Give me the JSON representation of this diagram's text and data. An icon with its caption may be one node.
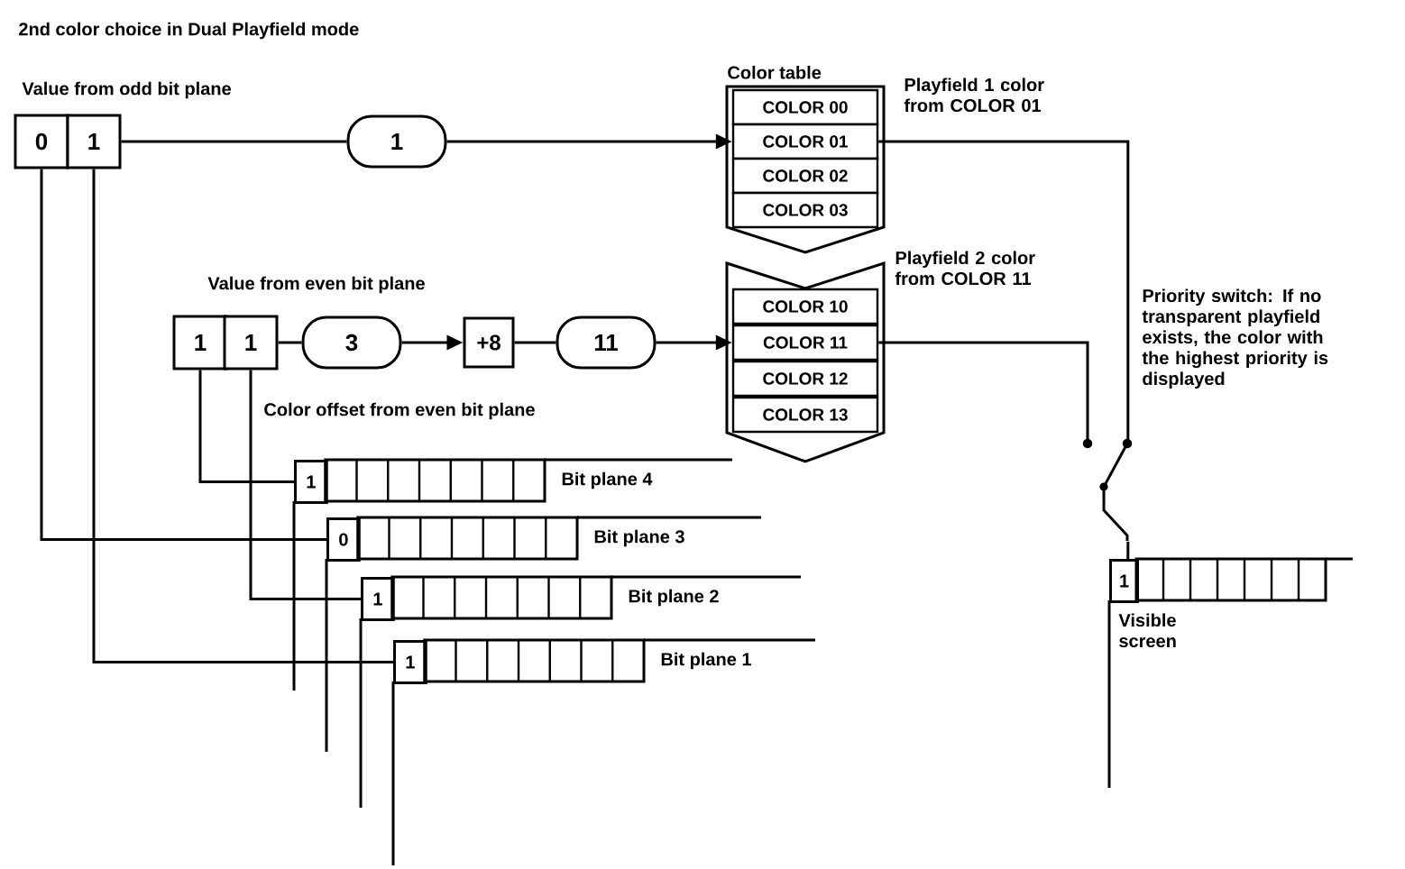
{
  "diagram": {
    "title": "2nd color choice in Dual Playfield mode",
    "nodes": [
      {
        "text": [
          "0"
        ]
      },
      {
        "text": [
          "1"
        ]
      },
      {
        "text": [
          "1"
        ]
      },
      {
        "text": [
          "1"
        ]
      },
      {
        "text": [
          "1"
        ]
      },
      {
        "text": [
          "3"
        ]
      },
      {
        "text": [
          "+8"
        ]
      },
      {
        "text": [
          "11"
        ]
      },
      {
        "text": [
          "Color table"
        ]
      },
      {
        "text": [
          "COLOR 00"
        ],
        "in": 8
      },
      {
        "text": [
          "COLOR 01"
        ],
        "in": 8
      },
      {
        "text": [
          "COLOR 02"
        ],
        "in": 8
      },
      {
        "text": [
          "COLOR 03"
        ],
        "in": 8
      },
      {
        "text": [],
        "shape": "box"
      },
      {
        "text": [
          "COLOR 10"
        ],
        "in": 13
      },
      {
        "text": [
          "COLOR 11"
        ],
        "in": 13
      },
      {
        "text": [
          "COLOR 12"
        ],
        "in": 13
      },
      {
        "text": [
          "COLOR 13"
        ],
        "in": 13
      },
      {
        "text": [
          "1"
        ]
      },
      {
        "text": [
          "0"
        ]
      },
      {
        "text": [
          "1"
        ]
      },
      {
        "text": [
          "1"
        ]
      },
      {
        "text": [],
        "shape": "switch"
      },
      {
        "text": [
          "1"
        ]
      }
    ],
    "edges": [
      {
        "from": 0,
        "to": 19,
        "arrow": "none"
      },
      {
        "from": 1,
        "to": 21,
        "arrow": "none"
      },
      {
        "from": 3,
        "to": 18,
        "arrow": "none"
      },
      {
        "from": 4,
        "to": 20,
        "arrow": "none"
      },
      {
        "from": 1,
        "to": 2,
        "arrow": "none"
      },
      {
        "from": 2,
        "to": 10,
        "arrow": "to"
      },
      {
        "from": 4,
        "to": 5,
        "arrow": "none"
      },
      {
        "from": 5,
        "to": 6,
        "arrow": "to"
      },
      {
        "from": 6,
        "to": 7,
        "arrow": "none"
      },
      {
        "from": 7,
        "to": 15,
        "arrow": "to"
      },
      {
        "from": 10,
        "to": 22,
        "arrow": "none"
      },
      {
        "from": 15,
        "to": 22,
        "arrow": "none"
      },
      {
        "from": 22,
        "to": 23,
        "arrow": "none"
      }
    ],
    "labels": [
      "Value from odd bit plane",
      "Playfield 1 color from COLOR 01",
      "Value from even bit plane",
      "Playfield 2 color from COLOR 11",
      "Priority switch: If no transparent playfield exists, the color with the highest priority is displayed",
      "Color offset from even bit plane",
      "Bit plane 4",
      "Bit plane 3",
      "Bit plane 2",
      "Bit plane 1",
      "Visible screen"
    ]
  }
}
